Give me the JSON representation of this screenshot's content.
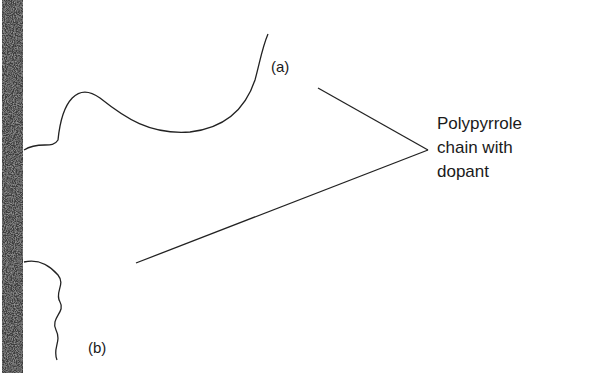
{
  "diagram": {
    "labels": [
      "(a)",
      "(b)",
      "Polypyrrole chain with dopant"
    ]
  }
}
